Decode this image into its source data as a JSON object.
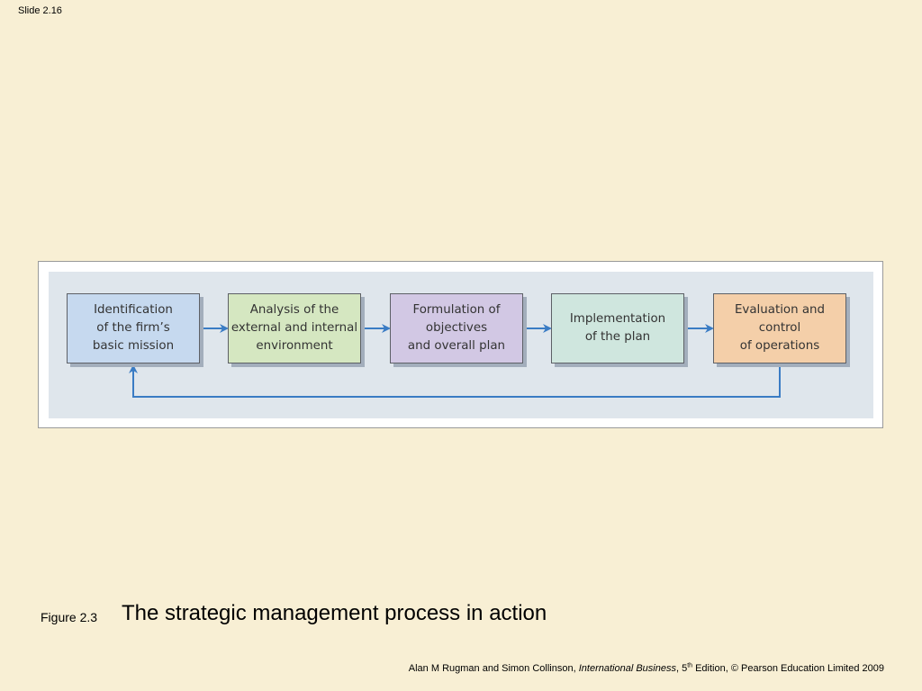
{
  "slide": {
    "number_label": "Slide 2.16"
  },
  "diagram": {
    "steps": [
      {
        "lines": [
          "Identification",
          "of the firm’s",
          "basic mission"
        ],
        "fill": "#c6d9ef"
      },
      {
        "lines": [
          "Analysis of the",
          "external and internal",
          "environment"
        ],
        "fill": "#d5e7c1"
      },
      {
        "lines": [
          "Formulation of",
          "objectives",
          "and overall plan"
        ],
        "fill": "#d2c8e4"
      },
      {
        "lines": [
          "Implementation",
          "of the plan"
        ],
        "fill": "#cfe6de"
      },
      {
        "lines": [
          "Evaluation and",
          "control",
          "of operations"
        ],
        "fill": "#f4cfa9"
      }
    ],
    "arrow_color": "#3a7cc4"
  },
  "caption": {
    "figure_label": "Figure 2.3",
    "title": "The strategic management process in action"
  },
  "footer": {
    "authors": "Alan M Rugman and Simon Collinson, ",
    "book": "International Business",
    "edition_num": ", 5",
    "edition_sup": "th",
    "rest": " Edition, © Pearson Education Limited 2009"
  }
}
